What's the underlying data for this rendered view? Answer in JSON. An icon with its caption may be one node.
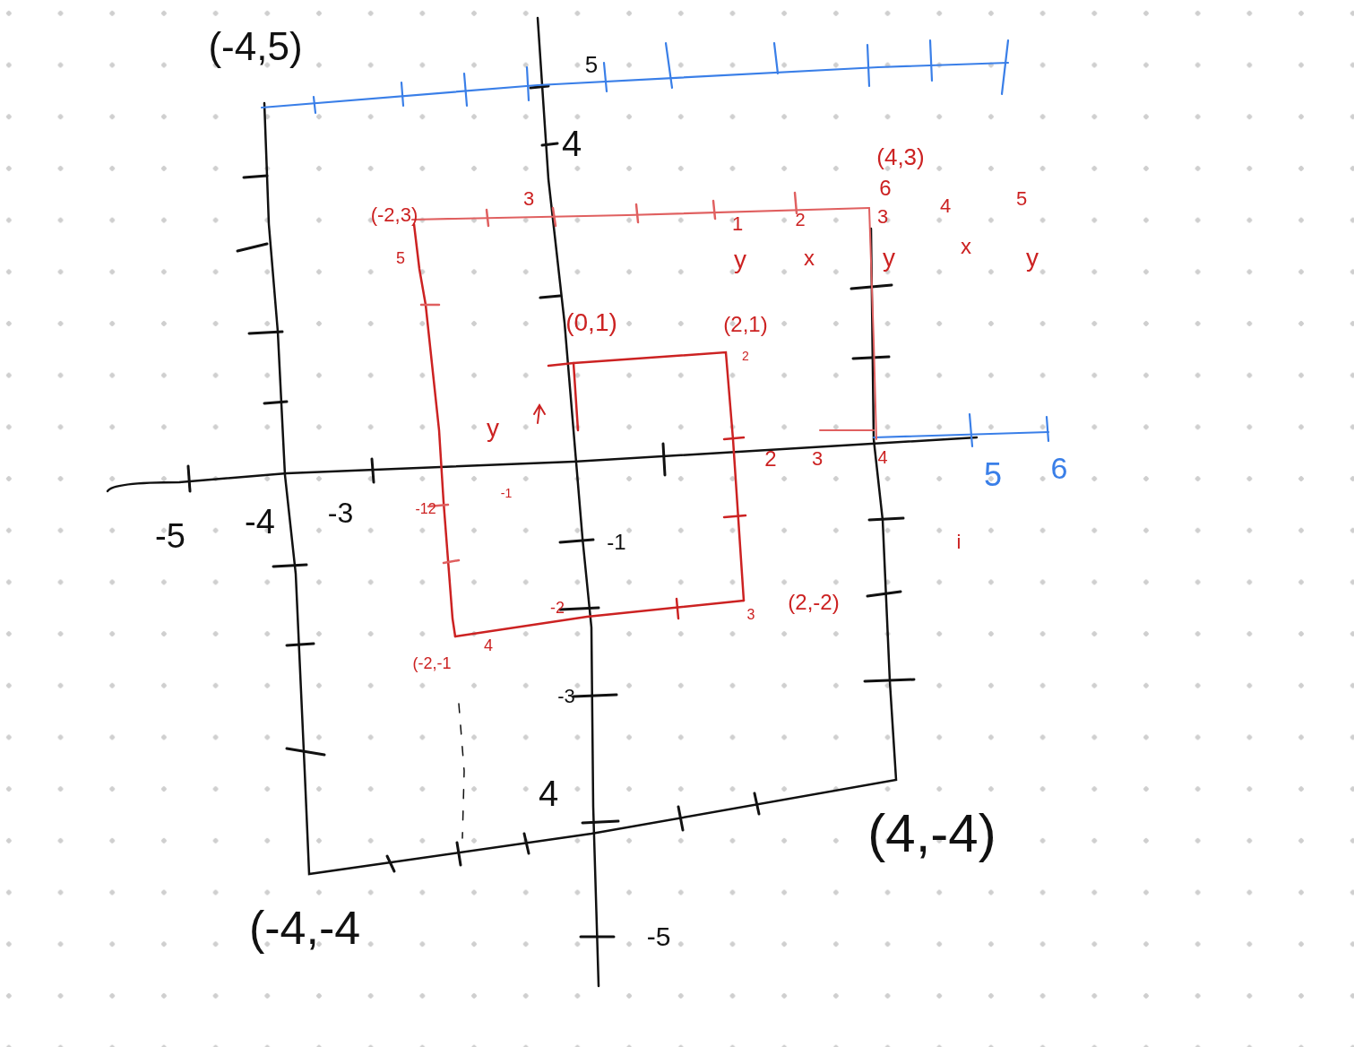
{
  "diagram": {
    "labels": [
      "(-4,5)",
      "5",
      "4",
      "(4,3)",
      "6",
      "4",
      "5",
      "(-2,3)",
      "3",
      "1",
      "2",
      "3",
      "5",
      "y",
      "x",
      "y",
      "x",
      "y",
      "(0,1)",
      "(2,1)",
      "2",
      "y",
      "2",
      "3",
      "4",
      "5",
      "6",
      "-5",
      "-4",
      "-3",
      "-12",
      "-1",
      "-1",
      "i",
      "-2",
      "(2,-2)",
      "3",
      "(-2,-1",
      "4",
      "-3",
      "4",
      "(4,-4)",
      "(-4,-4",
      "-5"
    ]
  }
}
